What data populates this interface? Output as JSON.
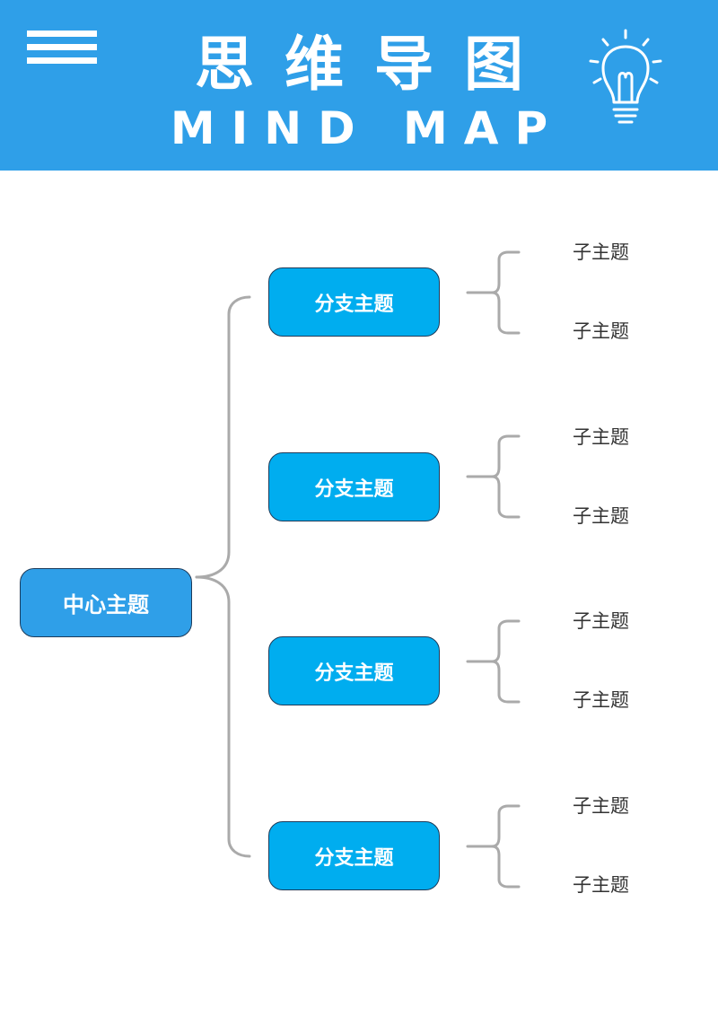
{
  "header": {
    "title_cn": "思维导图",
    "title_en": "MIND MAP",
    "menu_icon": "menu-icon",
    "bulb_icon": "lightbulb-icon",
    "background_color": "#2f9fe8"
  },
  "mindmap": {
    "center": {
      "label": "中心主题",
      "color": "#2f9fe8"
    },
    "branches": [
      {
        "label": "分支主题",
        "subtopics": [
          "子主题",
          "子主题"
        ]
      },
      {
        "label": "分支主题",
        "subtopics": [
          "子主题",
          "子主题"
        ]
      },
      {
        "label": "分支主题",
        "subtopics": [
          "子主题",
          "子主题"
        ]
      },
      {
        "label": "分支主题",
        "subtopics": [
          "子主题",
          "子主题"
        ]
      }
    ],
    "branch_color": "#00adef",
    "connector_color": "#aaaaaa"
  }
}
